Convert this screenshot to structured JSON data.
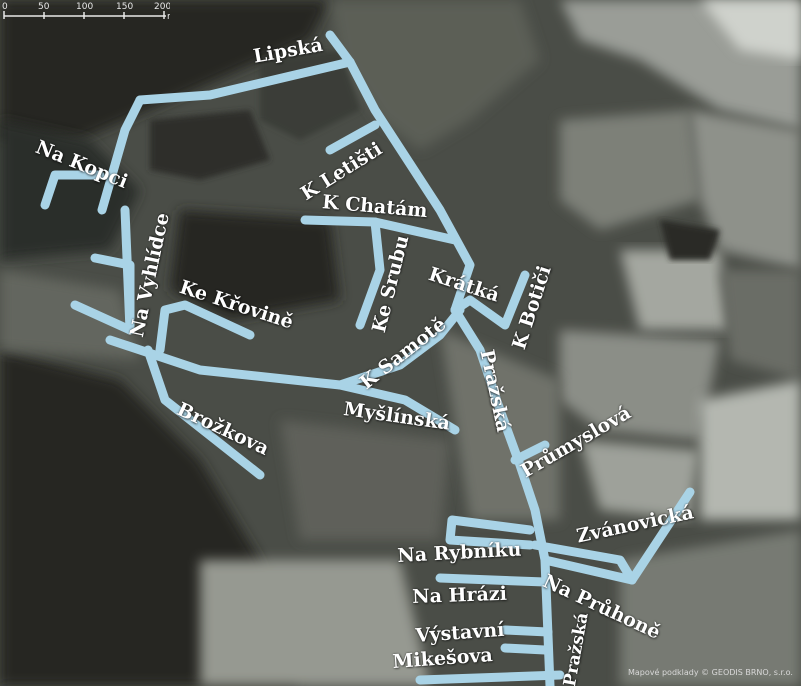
{
  "map": {
    "road_color": "#a9d3e6",
    "streets": [
      {
        "id": "lipska",
        "name": "Lipská"
      },
      {
        "id": "na-kopci",
        "name": "Na Kopci"
      },
      {
        "id": "k-letisti",
        "name": "K Letišti"
      },
      {
        "id": "k-chatam",
        "name": "K Chatám"
      },
      {
        "id": "na-vyhlidce",
        "name": "Na Vyhlídce"
      },
      {
        "id": "ke-krovine",
        "name": "Ke Křovině"
      },
      {
        "id": "ke-srubu",
        "name": "Ke Srubu"
      },
      {
        "id": "kratka",
        "name": "Krátká"
      },
      {
        "id": "k-botici",
        "name": "K Botiči"
      },
      {
        "id": "k-samote",
        "name": "K Samotě"
      },
      {
        "id": "prazska",
        "name": "Pražská"
      },
      {
        "id": "myslinska",
        "name": "Myšlínská"
      },
      {
        "id": "brozkova",
        "name": "Brožkova"
      },
      {
        "id": "prumyslova",
        "name": "Průmyslová"
      },
      {
        "id": "zvanovicka",
        "name": "Zvánovická"
      },
      {
        "id": "na-rybniku",
        "name": "Na Rybníku"
      },
      {
        "id": "na-pruhone",
        "name": "Na Průhoně"
      },
      {
        "id": "na-hrazi",
        "name": "Na Hrázi"
      },
      {
        "id": "vystavni",
        "name": "Výstavní"
      },
      {
        "id": "mikesova",
        "name": "Mikešova"
      },
      {
        "id": "prazska-south",
        "name": "Pražská"
      }
    ],
    "scale_bar": {
      "ticks": [
        "0",
        "50",
        "100",
        "150",
        "200"
      ],
      "unit": "m"
    },
    "attribution": "Mapové podklady © GEODIS BRNO, s.r.o."
  }
}
